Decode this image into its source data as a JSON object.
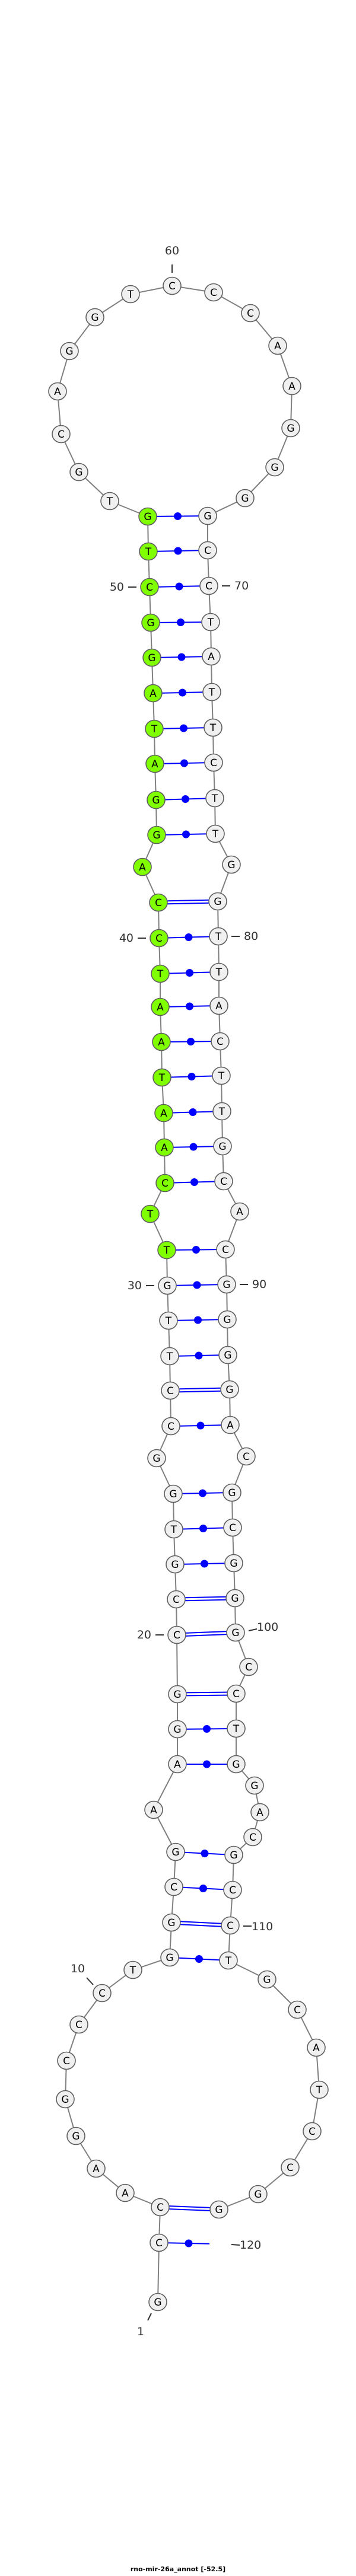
{
  "title": "rno-mir-26a_annot [-52.5]",
  "sequence": "GCCAAGGCCCTGGCGAAGGCCGTGGCCTTGTTCAATAATCCAGGATAGGCTGTGCAGGTCCCAAGGGGCCTATTCTTGGTTACTTGCACGGGGACGCGGGCCTGGACGCCTGCATCCGG",
  "pairs": [
    [
      2,
      120
    ],
    [
      3,
      119
    ],
    [
      12,
      111
    ],
    [
      13,
      110
    ],
    [
      14,
      109
    ],
    [
      15,
      108
    ],
    [
      17,
      104
    ],
    [
      18,
      103
    ],
    [
      19,
      102
    ],
    [
      20,
      100
    ],
    [
      21,
      99
    ],
    [
      22,
      98
    ],
    [
      23,
      97
    ],
    [
      24,
      96
    ],
    [
      26,
      94
    ],
    [
      27,
      93
    ],
    [
      28,
      92
    ],
    [
      29,
      91
    ],
    [
      30,
      90
    ],
    [
      31,
      89
    ],
    [
      33,
      87
    ],
    [
      34,
      86
    ],
    [
      35,
      85
    ],
    [
      36,
      84
    ],
    [
      37,
      83
    ],
    [
      38,
      82
    ],
    [
      39,
      81
    ],
    [
      40,
      80
    ],
    [
      41,
      79
    ],
    [
      43,
      77
    ],
    [
      44,
      76
    ],
    [
      45,
      75
    ],
    [
      46,
      74
    ],
    [
      47,
      73
    ],
    [
      48,
      72
    ],
    [
      49,
      71
    ],
    [
      50,
      70
    ],
    [
      51,
      69
    ],
    [
      52,
      68
    ]
  ],
  "highlight_range": [
    31,
    52
  ],
  "position_labels": [
    "1",
    "10",
    "20",
    "30",
    "40",
    "50",
    "60",
    "70",
    "80",
    "90",
    "100",
    "110",
    "120"
  ],
  "colors": {
    "highlight": "#7fff00",
    "node": "#f0f0f0",
    "pair": "#0000ff",
    "backbone": "#808080"
  }
}
